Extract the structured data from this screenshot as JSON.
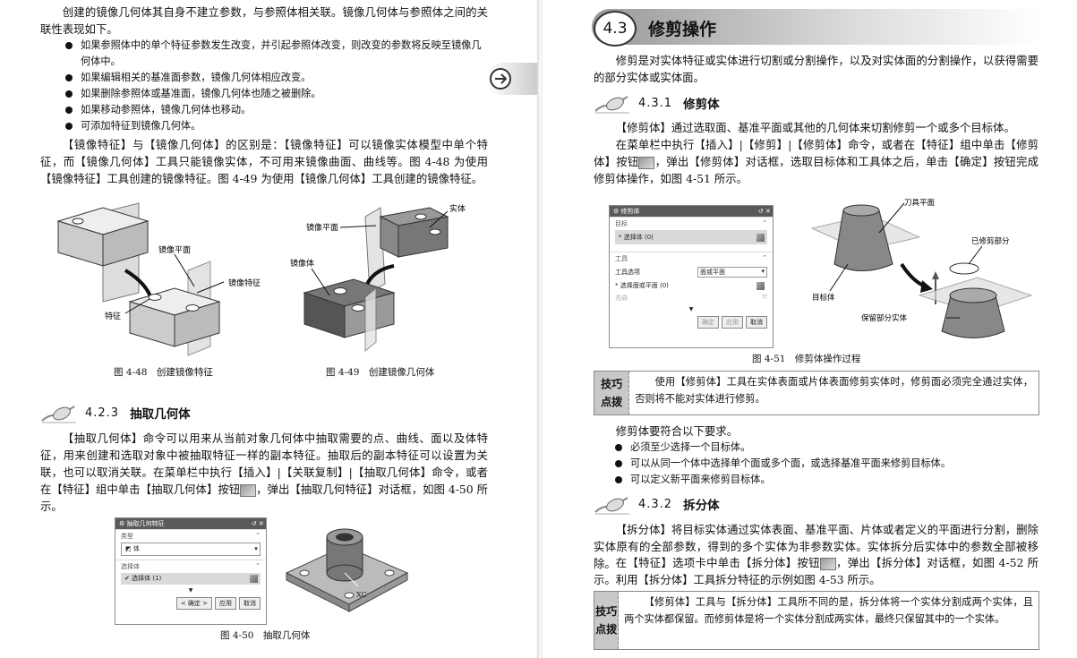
{
  "left": {
    "intro": "创建的镜像几何体其自身不建立参数，与参照体相关联。镜像几何体与参照体之间的关联性表现如下。",
    "bullets": [
      "如果参照体中的单个特征参数发生改变，并引起参照体改变，则改变的参数将反映至镜像几何体中。",
      "如果编辑相关的基准面参数，镜像几何体相应改变。",
      "如果删除参照体或基准面，镜像几何体也随之被删除。",
      "如果移动参照体，镜像几何体也移动。",
      "可添加特征到镜像几何体。"
    ],
    "compare": "【镜像特征】与【镜像几何体】的区别是：【镜像特征】可以镜像实体模型中单个特征，而【镜像几何体】工具只能镜像实体，不可用来镜像曲面、曲线等。图 4-48 为使用【镜像特征】工具创建的镜像特征。图 4-49 为使用【镜像几何体】工具创建的镜像特征。",
    "fig48": {
      "label_plane": "镜像平面",
      "label_mirror": "镜像特征",
      "label_feature": "特征",
      "caption": "图 4-48　创建镜像特征"
    },
    "fig49": {
      "label_plane": "镜像平面",
      "label_solid": "实体",
      "label_body": "镜像体",
      "caption": "图 4-49　创建镜像几何体"
    },
    "sec423": {
      "num": "4.2.3",
      "title": "抽取几何体"
    },
    "extract": "【抽取几何体】命令可以用来从当前对象几何体中抽取需要的点、曲线、面以及体特征，用来创建和选取对象中被抽取特征一样的副本特征。抽取后的副本特征可以设置为关联，也可以取消关联。在菜单栏中执行【插入】|【关联复制】|【抽取几何体】命令，或者在【特征】组中单击【抽取几何体】按钮",
    "extract_tail": "，弹出【抽取几何特征】对话框，如图 4-50 所示。",
    "dlg50": {
      "title": "抽取几何特征",
      "grp_type": "类型",
      "type_value": "体",
      "grp_select": "选择体",
      "select_value": "选择体 (1)",
      "ok": "< 确定 >",
      "apply": "应用",
      "cancel": "取消"
    },
    "fig50": {
      "axis": "XC",
      "caption": "图 4-50　抽取几何体"
    }
  },
  "right": {
    "sec43": {
      "num": "4.3",
      "title": "修剪操作"
    },
    "intro": "修剪是对实体特征或实体进行切割或分割操作，以及对实体面的分割操作，以获得需要的部分实体或实体面。",
    "sec431": {
      "num": "4.3.1",
      "title": "修剪体"
    },
    "p1": "【修剪体】通过选取面、基准平面或其他的几何体来切割修剪一个或多个目标体。",
    "p2a": "在菜单栏中执行【插入】|【修剪】|【修剪体】命令，或者在【特征】组中单击【修剪体】按钮",
    "p2b": "，弹出【修剪体】对话框，选取目标体和工具体之后，单击【确定】按钮完成修剪体操作，如图 4-51 所示。",
    "dlg51": {
      "title": "修剪体",
      "grp_target": "目标",
      "target_value": "选择体 (0)",
      "grp_tool": "工具",
      "tool_option_label": "工具选项",
      "tool_option_value": "面或平面",
      "tool_select": "选择面或平面 (0)",
      "direction": "方向",
      "ok": "确定",
      "apply": "应用",
      "cancel": "取消"
    },
    "fig51": {
      "label_tool_plane": "刀具平面",
      "label_trimmed": "已修剪部分",
      "label_target": "目标体",
      "label_kept": "保留部分实体",
      "caption": "图 4-51　修剪体操作过程"
    },
    "tip1": {
      "l1": "技巧",
      "l2": "点拨",
      "text": "使用【修剪体】工具在实体表面或片体表面修剪实体时，修剪面必须完全通过实体，否则将不能对实体进行修剪。"
    },
    "req_intro": "修剪体要符合以下要求。",
    "reqs": [
      "必须至少选择一个目标体。",
      "可以从同一个体中选择单个面或多个面，或选择基准平面来修剪目标体。",
      "可以定义新平面来修剪目标体。"
    ],
    "sec432": {
      "num": "4.3.2",
      "title": "拆分体"
    },
    "p3": "【拆分体】将目标实体通过实体表面、基准平面、片体或者定义的平面进行分割，删除实体原有的全部参数，得到的多个实体为非参数实体。实体拆分后实体中的参数全部被移除。",
    "p4a": "在【特征】选项卡中单击【拆分体】按钮",
    "p4b": "，弹出【拆分体】对话框，如图 4-52 所示。利用【拆分体】工具拆分特征的示例如图 4-53 所示。",
    "tip2": {
      "l1": "技巧",
      "l2": "点拨",
      "text": "【修剪体】工具与【拆分体】工具所不同的是，拆分体将一个实体分割成两个实体，且两个实体都保留。而修剪体是将一个实体分割成两实体，最终只保留其中的一个实体。"
    }
  }
}
